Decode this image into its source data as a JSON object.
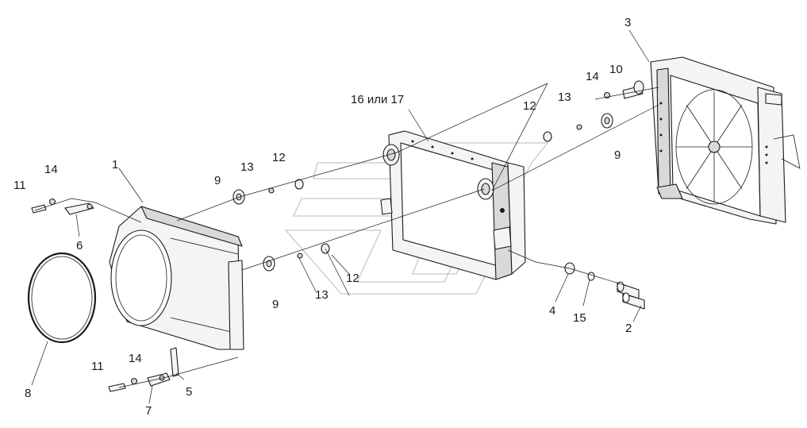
{
  "callouts": {
    "c1": "1",
    "c2": "2",
    "c3": "3",
    "c4": "4",
    "c5": "5",
    "c6": "6",
    "c7": "7",
    "c8": "8",
    "c9a": "9",
    "c9b": "9",
    "c9c": "9",
    "c10": "10",
    "c11a": "11",
    "c11b": "11",
    "c12a": "12",
    "c12b": "12",
    "c12c": "12",
    "c13a": "13",
    "c13b": "13",
    "c13c": "13",
    "c14a": "14",
    "c14b": "14",
    "c14c": "14",
    "c15": "15",
    "c16_17": "16 или 17"
  },
  "colors": {
    "line": "#1a1a1a",
    "fill": "#f4f4f4",
    "watermark": "#c8c8c8"
  }
}
